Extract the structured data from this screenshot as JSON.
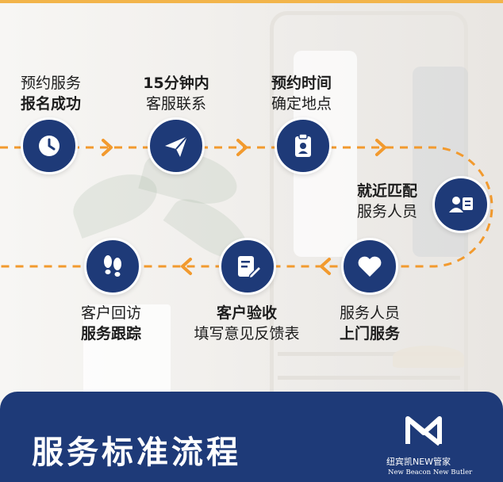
{
  "steps": [
    {
      "line1": "预约服务",
      "line2": "报名成功",
      "icon": "clock-icon"
    },
    {
      "line1": "15分钟内",
      "line2": "客服联系",
      "icon": "paper-plane-icon"
    },
    {
      "line1": "预约时间",
      "line2": "确定地点",
      "icon": "clipboard-icon"
    },
    {
      "line1": "就近匹配",
      "line2": "服务人员",
      "icon": "staff-card-icon"
    },
    {
      "line1": "服务人员",
      "line2": "上门服务",
      "icon": "heart-icon"
    },
    {
      "line1": "客户验收",
      "line2": "填写意见反馈表",
      "icon": "document-pen-icon"
    },
    {
      "line1": "客户回访",
      "line2": "服务跟踪",
      "icon": "footprints-icon"
    }
  ],
  "banner": {
    "title": "服务标准流程",
    "brand_cn": "纽宾凯NEW管家",
    "brand_en": "New Beacon  New Butler"
  },
  "colors": {
    "primary": "#1e3a78",
    "accent": "#f29a2e",
    "top_border": "#f2b44a"
  }
}
